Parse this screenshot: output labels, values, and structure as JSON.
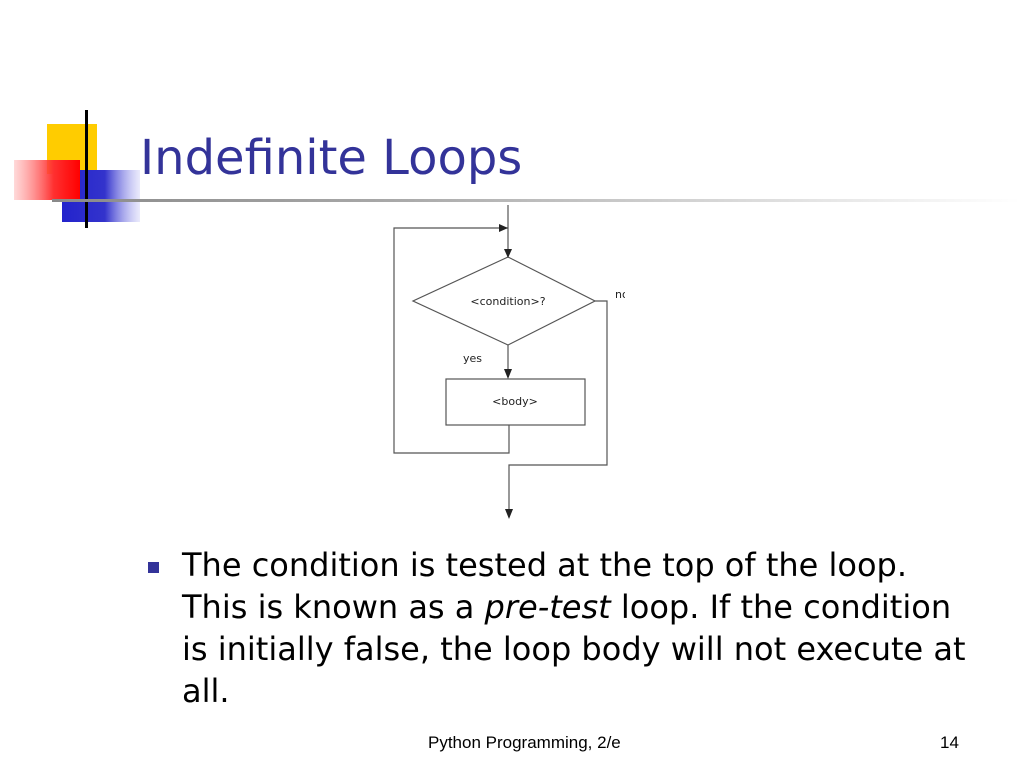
{
  "slide": {
    "title": "Indefinite Loops",
    "footer_title": "Python Programming, 2/e",
    "page_number": "14",
    "accent_color": "#333399"
  },
  "diagram": {
    "condition_label": "<condition>?",
    "body_label": "<body>",
    "yes_label": "yes",
    "no_label": "no"
  },
  "bullet": {
    "text_before": "The condition is tested at the top of the loop. This is known as a ",
    "emphasis": "pre-test",
    "text_after": " loop. If the condition is initially false, the loop body will not execute at all."
  }
}
